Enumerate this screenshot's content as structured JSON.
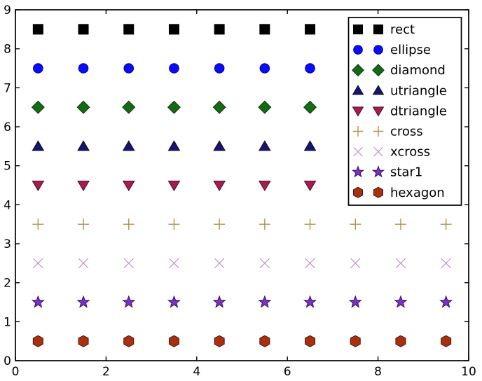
{
  "figure": {
    "background": "#ffffff"
  },
  "chart_data": {
    "type": "scatter",
    "title": "",
    "xlabel": "",
    "ylabel": "",
    "xlim": [
      0,
      10
    ],
    "ylim": [
      0,
      9
    ],
    "xticks": [
      0,
      2,
      4,
      6,
      8,
      10
    ],
    "yticks": [
      0,
      1,
      2,
      3,
      4,
      5,
      6,
      7,
      8,
      9
    ],
    "grid": false,
    "x": [
      0.5,
      1.5,
      2.5,
      3.5,
      4.5,
      5.5,
      6.5,
      7.5,
      8.5,
      9.5
    ],
    "series": [
      {
        "name": "rect",
        "marker": "rect",
        "y": 8.5,
        "fill": "#000000",
        "edge": "#000000"
      },
      {
        "name": "ellipse",
        "marker": "ellipse",
        "y": 7.5,
        "fill": "#0a0aff",
        "edge": "#000090"
      },
      {
        "name": "diamond",
        "marker": "diamond",
        "y": 6.5,
        "fill": "#156b15",
        "edge": "#08300a"
      },
      {
        "name": "utriangle",
        "marker": "utriangle",
        "y": 5.5,
        "fill": "#15156e",
        "edge": "#080830"
      },
      {
        "name": "dtriangle",
        "marker": "dtriangle",
        "y": 4.5,
        "fill": "#a81c52",
        "edge": "#470a24"
      },
      {
        "name": "cross",
        "marker": "cross",
        "y": 3.5,
        "fill": "none",
        "edge": "#b5924c"
      },
      {
        "name": "xcross",
        "marker": "xcross",
        "y": 2.5,
        "fill": "none",
        "edge": "#c583cd"
      },
      {
        "name": "star1",
        "marker": "star1",
        "y": 1.5,
        "fill": "#7d2fc8",
        "edge": "#32125e"
      },
      {
        "name": "hexagon",
        "marker": "hexagon",
        "y": 0.5,
        "fill": "#a8300f",
        "edge": "#4a1206"
      }
    ],
    "legend": {
      "position": "upper-right",
      "numpoints": 2,
      "entries": [
        "rect",
        "ellipse",
        "diamond",
        "utriangle",
        "dtriangle",
        "cross",
        "xcross",
        "star1",
        "hexagon"
      ]
    },
    "colors": {
      "axis": "#000000",
      "legend_background": "#ffffff",
      "legend_border": "#000000",
      "tick_label": "#000000"
    }
  }
}
